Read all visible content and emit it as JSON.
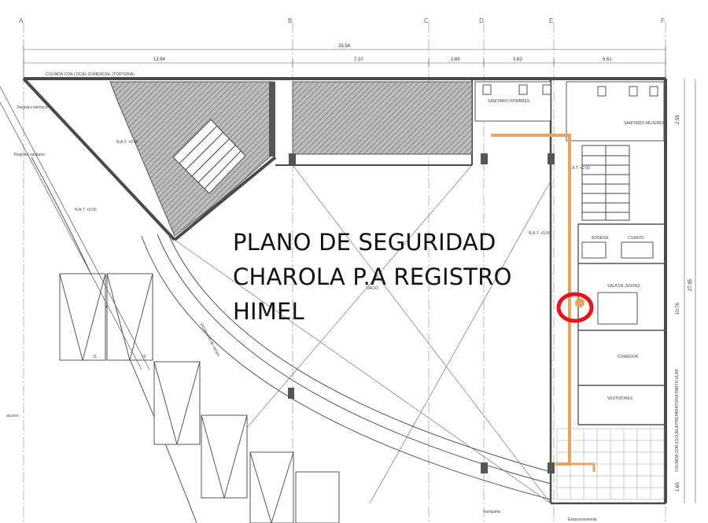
{
  "title_lines": [
    "PLANO DE SEGURIDAD",
    "CHAROLA P.A REGISTRO",
    "HIMEL"
  ],
  "grid_axes": [
    "A",
    "B",
    "C",
    "D",
    "E",
    "F"
  ],
  "dimensions": {
    "total": "33.54",
    "segments": [
      "13.84",
      "7.10",
      "2.66",
      "3.63",
      "6.61"
    ],
    "right_side": [
      "2.55",
      "10.76",
      "27.85",
      "1.65"
    ]
  },
  "labels": {
    "colindancia_top": "COLINDA CON LOCAL COMERCIAL (TORTERIA)",
    "colindancia_right": "COLINDA CON ESCUELA PREPARATORIA PARTICULAR",
    "registro_electrico": "Registro eléctrico",
    "registro_sanitario": "Registro sanitario",
    "vacio": "VACIO",
    "proyeccion": "proyección de rampa",
    "banqueta": "banqueta",
    "estacionamiento": "Estacionamiento",
    "sanitarios_h": "SANITARIO HOMBRES",
    "sanitarios_m": "SANITARIO MUJERES",
    "bodega": "BODEGA",
    "cuarto": "CUARTO",
    "comedor": "COMEDOR",
    "sala_juntas": "SALA DE JUNTAS",
    "vestidores": "VESTIDORES",
    "nat": "N.A.T. +0.00",
    "cajon_11": "11",
    "cajon_10": "10",
    "acceso": "acceso"
  },
  "colors": {
    "conduit_route": "#E8A35E",
    "marker": "#E8141C",
    "hatch": "#7a7a7a",
    "wall": "#555555"
  },
  "icons": [
    "marker-circle",
    "stair-icon",
    "toilet-icon"
  ]
}
